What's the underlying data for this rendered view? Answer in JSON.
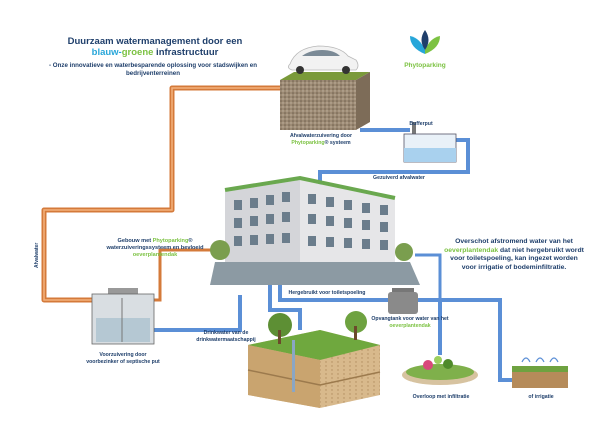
{
  "title": {
    "line1": "Duurzaam watermanagement door een",
    "part_blue": "blauw-",
    "part_green": "groene",
    "part_rest": " infrastructuur"
  },
  "subtitle": "- Onze innovatieve en waterbesparende oplossing voor stadswijken en bedrijventerreinen",
  "logo": {
    "text": "Phytoparking",
    "icon": "leaf-drop-logo-icon"
  },
  "labels": {
    "afvalwater_pre": "Afvalwaterzuivering door",
    "afvalwater_brand": "Phytoparking",
    "afvalwater_post": "® systeem",
    "bufferput": "Bufferput",
    "gezuiverd": "Gezuiverd afvalwater",
    "afvalwater_vertical": "Afvalwater",
    "gebouw_pre": "Gebouw met ",
    "gebouw_brand": "Phytoparking",
    "gebouw_mid": "® waterzuiveringssysteem en bevloeid ",
    "gebouw_dak": "oeverplantendak",
    "hergebruikt": "Hergebruikt voor toiletspoeling",
    "opvangtank_pre": "Opvangtank voor water van het ",
    "opvangtank_dak": "oeverplantendak",
    "overschot_pre": "Overschot afstromend water van het ",
    "overschot_dak": "oeverplantendak",
    "overschot_post": " dat niet hergebruikt wordt voor toiletspoeling, kan ingezet worden voor irrigatie of bodeminfiltratie.",
    "drinkwater": "Drinkwater van de drinkwatermaatschappij",
    "voorzuivering": "Voorzuivering door voorbezinker of septische put",
    "overloop": "Overloop met infiltratie",
    "irrigatie": "of irrigatie"
  },
  "colors": {
    "title_dark": "#1f3f6b",
    "accent_blue": "#27a6d9",
    "accent_green": "#7cc242",
    "wastewater_pipe": "#d47a3a",
    "clean_pipe": "#5b8fd6"
  }
}
